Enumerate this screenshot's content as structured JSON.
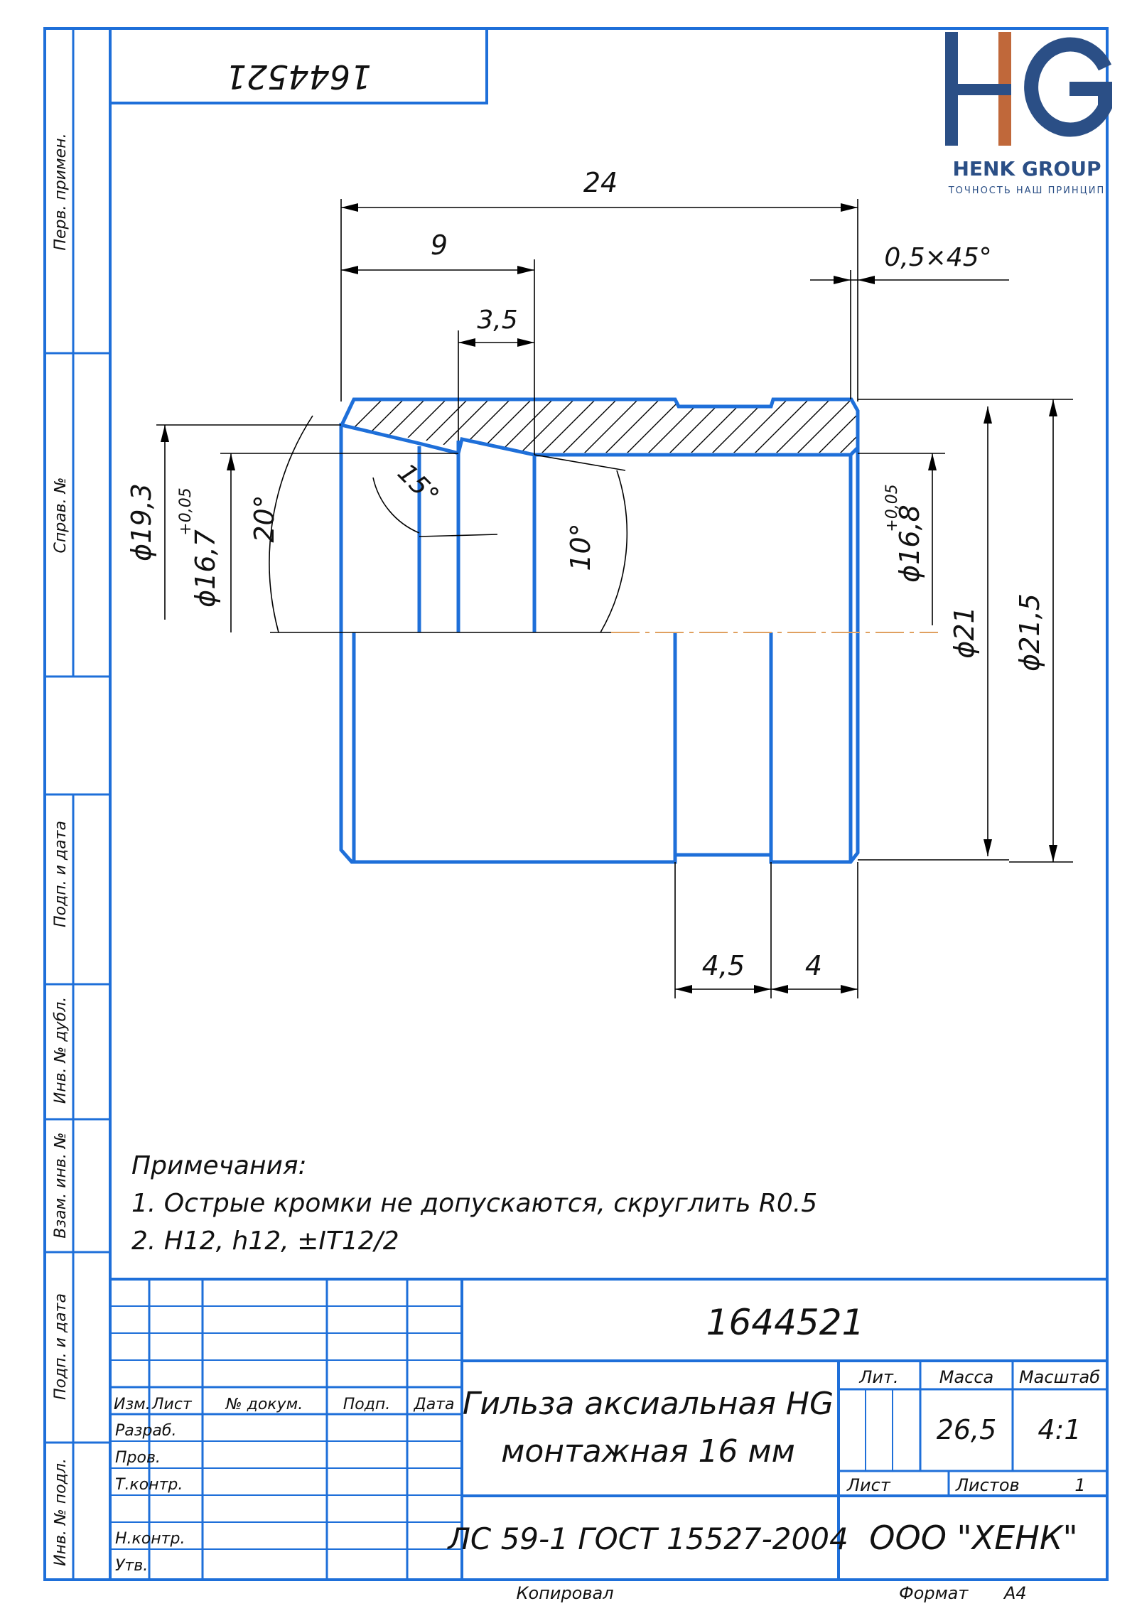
{
  "logo": {
    "mark": "HG",
    "name": "HENK GROUP",
    "slogan": "ТОЧНОСТЬ НАШ ПРИНЦИП",
    "colors": {
      "blue": "#2b4f86",
      "accent": "#c0683a"
    }
  },
  "top_stamp": "1644521",
  "side_labels": [
    "Перв. примен.",
    "Справ. №",
    "Подп. и дата",
    "Инв. № дубл.",
    "Взам. инв. №",
    "Подп. и дата",
    "Инв. № подл."
  ],
  "dimensions": {
    "overall_length": "24",
    "length_9": "9",
    "length_3_5": "3,5",
    "chamfer": "0,5×45°",
    "dia_19_3": "ϕ19,3",
    "dia_16_7": "ϕ16,7",
    "dia_16_7_tol": "+0,05",
    "dia_16_8": "ϕ16,8",
    "dia_16_8_tol": "+0,05",
    "dia_21": "ϕ21",
    "dia_21_5": "ϕ21,5",
    "angle_20": "20°",
    "angle_15": "15°",
    "angle_10": "10°",
    "groove_4_5": "4,5",
    "groove_4": "4"
  },
  "notes": {
    "title": "Примечания:",
    "items": [
      "1. Острые кромки не допускаются, скруглить R0.5",
      "2. H12, h12, ±IT12/2"
    ]
  },
  "title_block": {
    "drawing_number": "1644521",
    "name_line1": "Гильза аксиальная HG",
    "name_line2": "монтажная 16 мм",
    "material": "ЛС 59-1  ГОСТ 15527-2004",
    "company": "ООО \"ХЕНК\"",
    "headers": {
      "izm": "Изм.",
      "list": "Лист",
      "doc": "№ докум.",
      "sign": "Подп.",
      "date": "Дата"
    },
    "roles": [
      "Разраб.",
      "Пров.",
      "Т.контр.",
      "",
      "Н.контр.",
      "Утв."
    ],
    "lit_label": "Лит.",
    "mass_label": "Масса",
    "scale_label": "Масштаб",
    "mass": "26,5",
    "scale": "4:1",
    "sheet_label": "Лист",
    "sheets_label": "Листов",
    "sheets": "1"
  },
  "footer": {
    "copied": "Копировал",
    "format_label": "Формат",
    "format": "А4"
  }
}
